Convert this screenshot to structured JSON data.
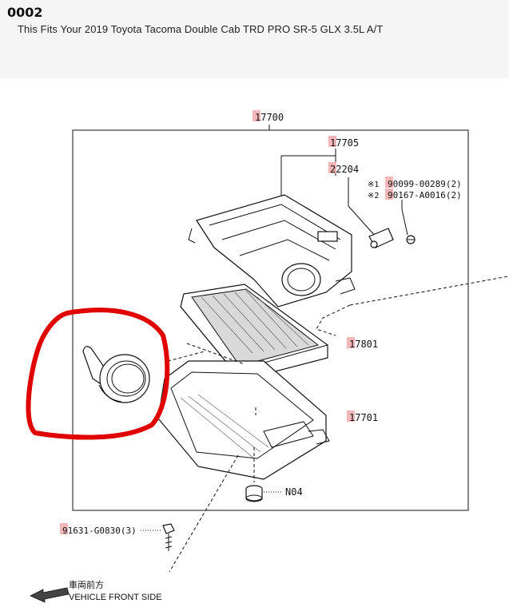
{
  "header": {
    "part_number": "0002",
    "fitment_text": "This Fits Your 2019 Toyota Tacoma Double Cab TRD PRO SR-5 GLX 3.5L A/T"
  },
  "diagram": {
    "callouts": {
      "assembly": "17700",
      "cap": "17705",
      "sensor": "22204",
      "screw_1": "90099-00289(2)",
      "screw_2": "90167-A0016(2)",
      "note_mark_1": "※1",
      "note_mark_2": "※2",
      "element": "17801",
      "case": "17701",
      "grommet": "N04",
      "bolt": "91631-G0830(3)"
    },
    "direction": {
      "japanese": "車両前方",
      "english": "VEHICLE FRONT SIDE"
    }
  },
  "colors": {
    "callout_highlight": "#f4b6b6",
    "markup_circle": "#e00000"
  }
}
